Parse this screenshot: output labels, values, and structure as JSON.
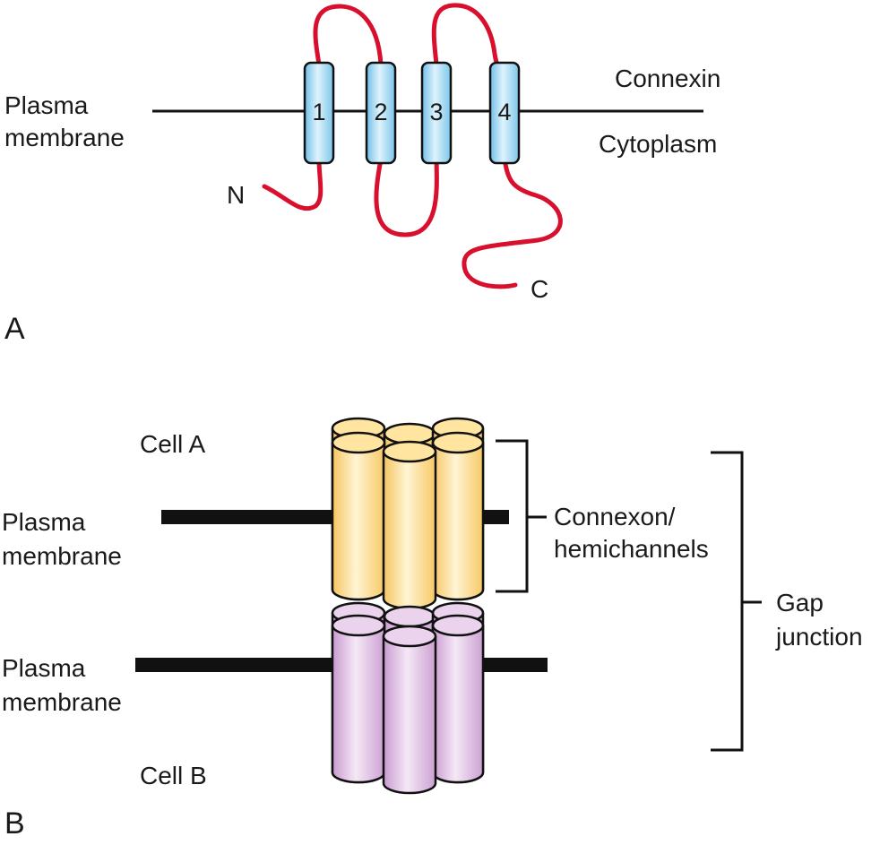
{
  "panel_a": {
    "panel_label": "A",
    "plasma_membrane_line1": "Plasma",
    "plasma_membrane_line2": "membrane",
    "connexin": "Connexin",
    "cytoplasm": "Cytoplasm",
    "n_terminus": "N",
    "c_terminus": "C",
    "segments": [
      "1",
      "2",
      "3",
      "4"
    ]
  },
  "panel_b": {
    "panel_label": "B",
    "cell_a": "Cell A",
    "cell_b": "Cell B",
    "membrane_top_line1": "Plasma",
    "membrane_top_line2": "membrane",
    "membrane_bottom_line1": "Plasma",
    "membrane_bottom_line2": "membrane",
    "connexon_line1": "Connexon/",
    "connexon_line2": "hemichannels",
    "gap_line1": "Gap",
    "gap_line2": "junction"
  },
  "colors": {
    "loop_red": "#d8102e",
    "segment_blue": "#8fd0f0",
    "connexon_yellow": "#ffd980",
    "connexon_purple": "#d9b5dc",
    "membrane_black": "#111111"
  }
}
